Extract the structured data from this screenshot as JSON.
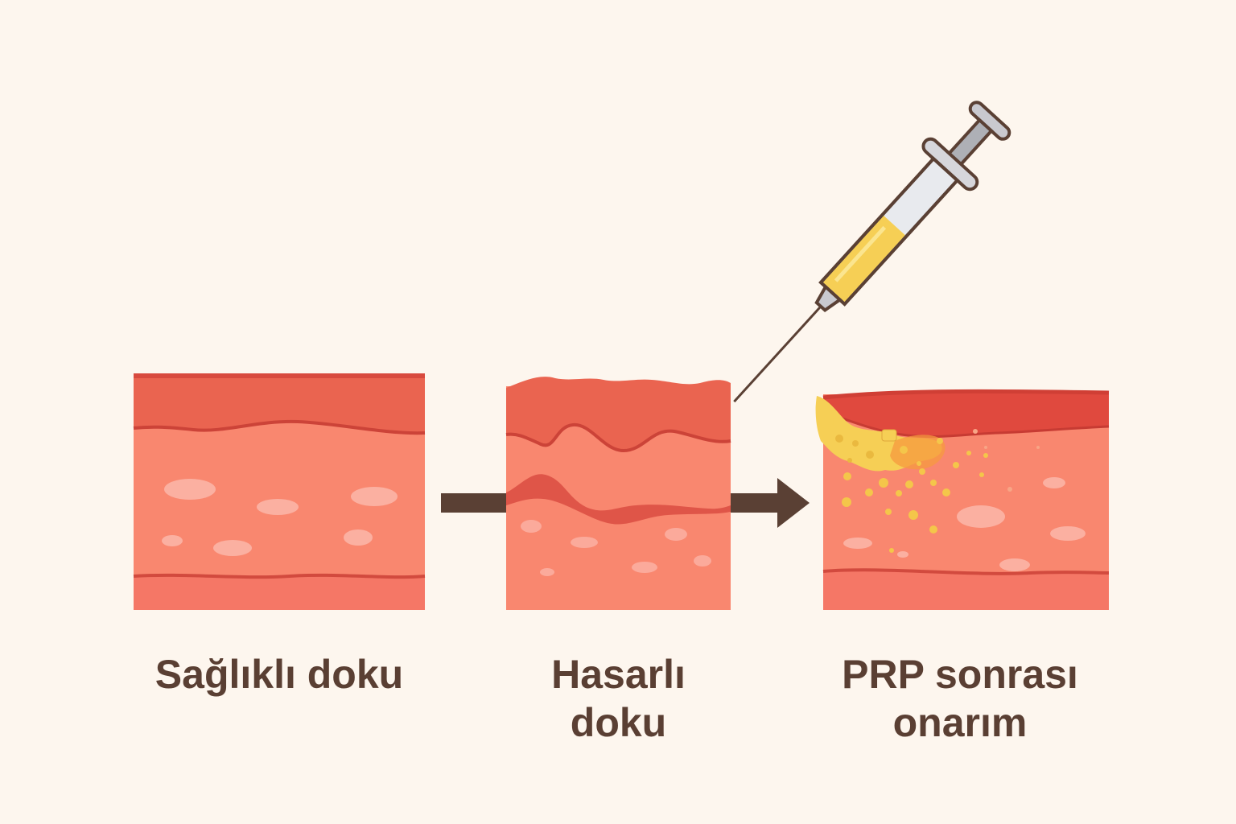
{
  "stages": [
    {
      "id": "healthy",
      "lines": [
        "Sağlıklı doku"
      ]
    },
    {
      "id": "damaged",
      "lines": [
        "Hasarlı",
        "doku"
      ]
    },
    {
      "id": "repaired",
      "lines": [
        "PRP sonrası",
        "onarım"
      ]
    }
  ],
  "colors": {
    "background": "#fdf6ee",
    "tissue_top": "#e8604c",
    "tissue_body": "#f9876f",
    "tissue_line": "#d84a3e",
    "arrow": "#5a4034",
    "plasma": "#f6cf55",
    "text": "#5a3f33"
  },
  "icons": [
    "syringe-icon",
    "arrow-right-icon"
  ]
}
